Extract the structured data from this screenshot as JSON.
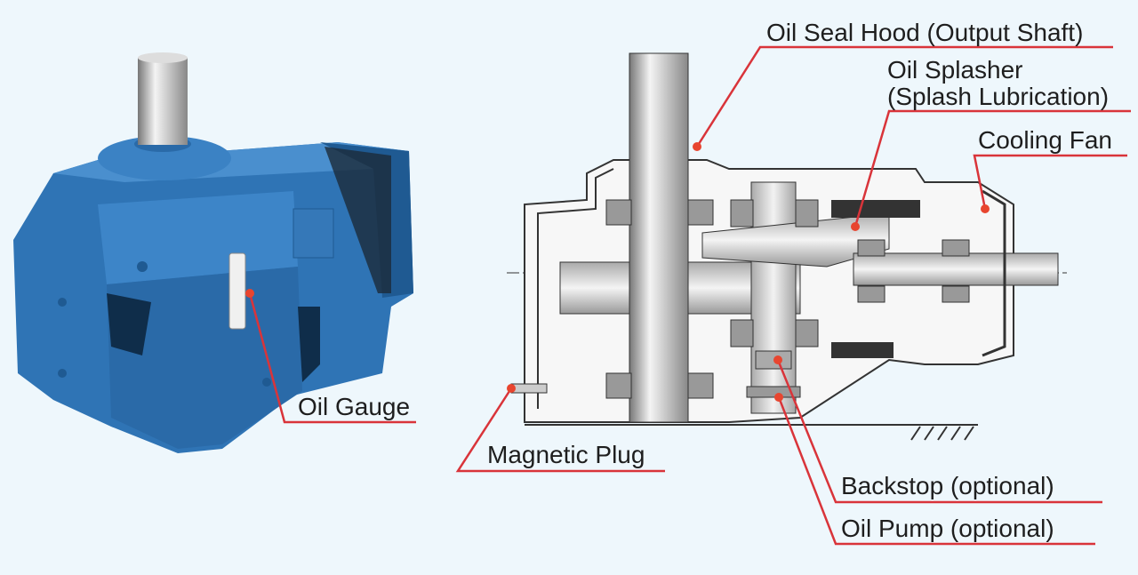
{
  "colors": {
    "background": "#eef7fc",
    "leader": "#d9343a",
    "housing_blue": "#2f74b5",
    "section_gray": "#c9ccd0"
  },
  "labels": {
    "oil_seal_hood": "Oil Seal Hood (Output Shaft)",
    "oil_splasher_1": "Oil Splasher",
    "oil_splasher_2": "(Splash Lubrication)",
    "cooling_fan": "Cooling Fan",
    "oil_gauge": "Oil Gauge",
    "magnetic_plug": "Magnetic Plug",
    "backstop": "Backstop (optional)",
    "oil_pump": "Oil Pump (optional)"
  }
}
